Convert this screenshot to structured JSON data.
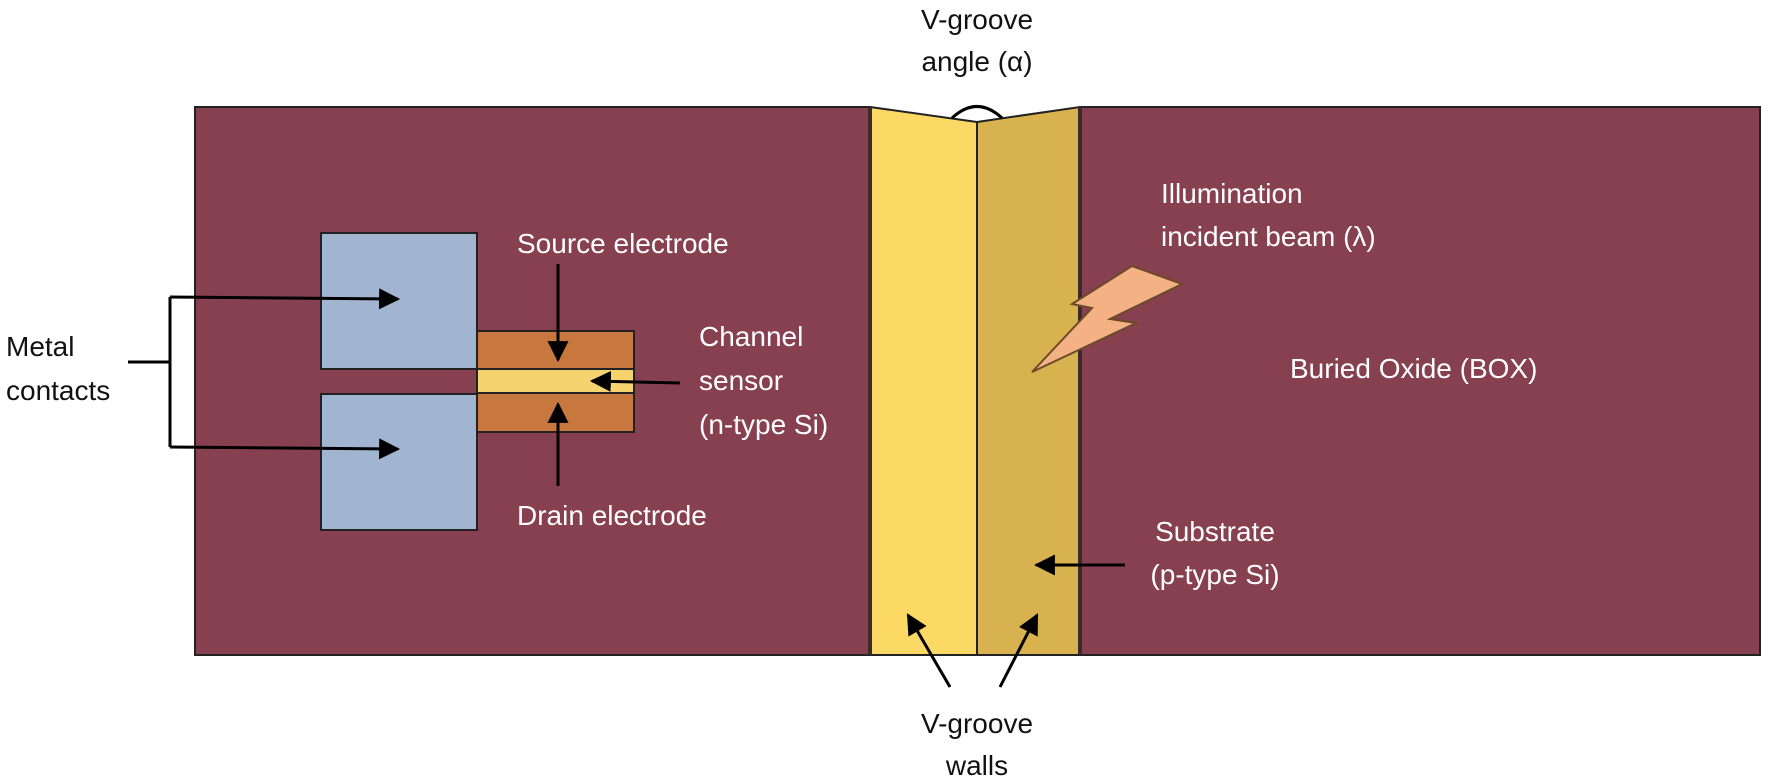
{
  "labels": {
    "v_groove_angle": [
      "V-groove",
      "angle (α)"
    ],
    "source_electrode": "Source electrode",
    "channel_sensor": [
      "Channel",
      "sensor",
      "(n-type Si)"
    ],
    "drain_electrode": "Drain electrode",
    "metal_contacts": [
      "Metal",
      "contacts"
    ],
    "illumination": [
      "Illumination",
      "incident beam (λ)"
    ],
    "buried_oxide": "Buried Oxide (BOX)",
    "substrate": [
      "Substrate",
      "(p-type Si)"
    ],
    "v_groove_walls": [
      "V-groove",
      "walls"
    ]
  },
  "colors": {
    "box_maroon": "#874050",
    "metal_contact": "#a2b5d0",
    "electrode": "#c8773e",
    "channel": "#f5d36e",
    "groove_wall_left": "#fcd964",
    "groove_wall_right": "#d8b24e",
    "beam": "#f4b183"
  }
}
